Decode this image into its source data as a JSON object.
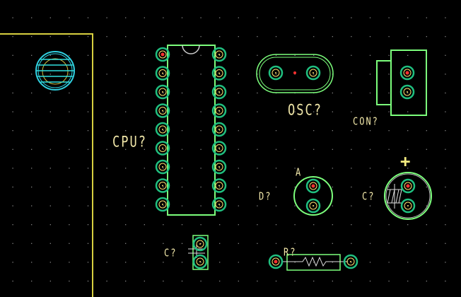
{
  "canvas": {
    "background": "#000000",
    "grid_color": "#9a9a9a",
    "outline_color": "#d8d040",
    "silk_color": "#7cff7c",
    "pad_ring_color": "#20c080",
    "pad_hole_color": "#ffe070",
    "pad_center_color": "#ff3030"
  },
  "components": {
    "cpu": {
      "designator": "CPU?",
      "pins_per_side": 9
    },
    "osc": {
      "designator": "OSC?"
    },
    "con": {
      "designator": "CON?"
    },
    "diode": {
      "designator": "D?",
      "anode_label": "A"
    },
    "cap_electrolytic": {
      "designator": "C?",
      "polarity_mark": "+"
    },
    "cap_small": {
      "designator": "C?"
    },
    "resistor": {
      "designator": "R?"
    }
  }
}
